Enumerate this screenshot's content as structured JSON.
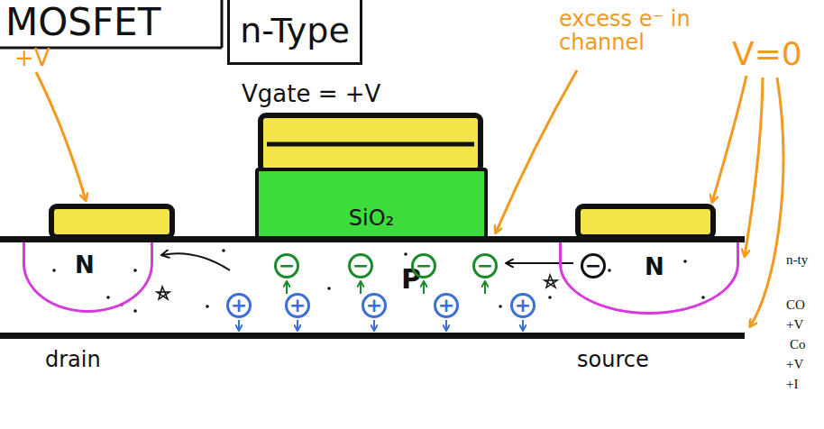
{
  "diagram": {
    "title": "MOSFET",
    "nodes": [
      {
        "text": [
          "n-Type"
        ]
      },
      {
        "text": [
          "SiO₂"
        ]
      },
      {
        "text": [
          "P"
        ]
      },
      {
        "text": [
          "N"
        ],
        "in": 2
      },
      {
        "text": [
          "N"
        ],
        "in": 2
      },
      {
        "text": [
          "−"
        ],
        "in": 2
      },
      {
        "text": [
          "−"
        ],
        "in": 2
      },
      {
        "text": [
          "−"
        ],
        "in": 2
      },
      {
        "text": [
          "−"
        ],
        "in": 2
      },
      {
        "text": [
          "−"
        ],
        "in": 4
      },
      {
        "text": [
          "+"
        ],
        "in": 2
      },
      {
        "text": [
          "+"
        ],
        "in": 2
      },
      {
        "text": [
          "+"
        ],
        "in": 2
      },
      {
        "text": [
          "+"
        ],
        "in": 2
      },
      {
        "text": [
          "+"
        ],
        "in": 2
      }
    ],
    "labels": [
      "+V",
      "Vgate = +V",
      "excess e⁻ in channel",
      "V=0",
      "drain",
      "source",
      "n-ty",
      "CO",
      "+V",
      "Co",
      "+V",
      "+I"
    ]
  }
}
